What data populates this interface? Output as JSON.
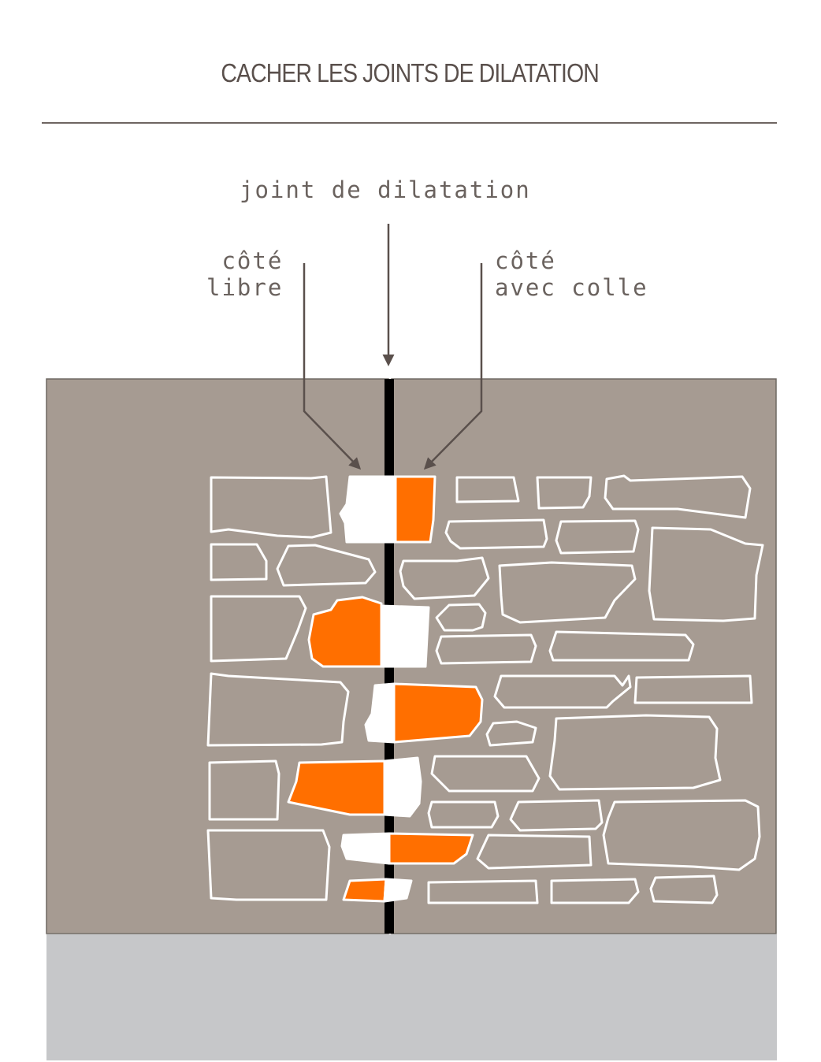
{
  "title": "CACHER LES JOINTS DE DILATATION",
  "labels": {
    "joint": "joint de dilatation",
    "libre_1": "côté",
    "libre_2": "libre",
    "colle_1": "côté",
    "colle_2": "avec colle"
  },
  "colors": {
    "wall": "#a69b92",
    "wall_border": "#6f6862",
    "ground": "#c6c7c9",
    "joint": "#000000",
    "stone_outline": "#ffffff",
    "glued_stone": "#ff6f00",
    "free_stone": "#ffffff",
    "arrow": "#5a504c",
    "text": "#6a625e"
  }
}
